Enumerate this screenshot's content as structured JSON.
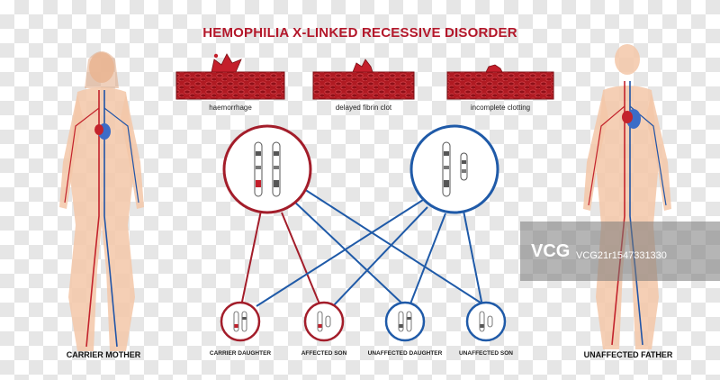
{
  "title": "HEMOPHILIA X-LINKED RECESSIVE DISORDER",
  "vessels": [
    {
      "label": "haemorrhage"
    },
    {
      "label": "delayed fibrin clot"
    },
    {
      "label": "incomplete clotting"
    }
  ],
  "parents": {
    "mother": {
      "label": "CARRIER MOTHER"
    },
    "father": {
      "label": "UNAFFECTED FATHER"
    }
  },
  "children": [
    {
      "label": "CARRIER DAUGHTER"
    },
    {
      "label": "AFFECTED SON"
    },
    {
      "label": "UNAFFECTED DAUGHTER"
    },
    {
      "label": "UNAFFECTED SON"
    }
  ],
  "watermark": {
    "logo": "VCG",
    "id": "VCG21r1547331330"
  },
  "colors": {
    "carrier": "#a31d2a",
    "unaffected": "#1f5aa8",
    "blood": "#b01a22",
    "title": "#b3172a"
  }
}
